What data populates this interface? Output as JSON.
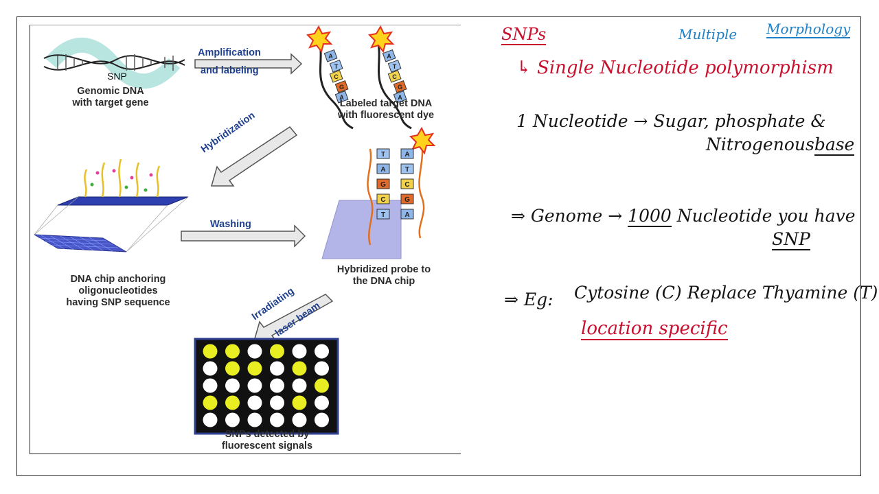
{
  "figure": {
    "captions": {
      "genomic_dna_line1": "Genomic DNA",
      "genomic_dna_line2": "with target gene",
      "labeled_target_line1": "Labeled target DNA",
      "labeled_target_line2": "with fluorescent dye",
      "dna_chip_line1": "DNA chip anchoring",
      "dna_chip_line2": "oligonucleotides",
      "dna_chip_line3": "having SNP sequence",
      "hybridized_line1": "Hybridized probe to",
      "hybridized_line2": "the DNA chip",
      "detected_line1": "SNPs detected by",
      "detected_line2": "fluorescent signals"
    },
    "arrow_labels": {
      "amplification": "Amplification",
      "labeling": "and labeling",
      "hybridization": "Hybridization",
      "washing": "Washing",
      "irradiating": "Irradiating",
      "laser_beam": "laser beam"
    },
    "snp_marker": "SNP",
    "base_pairs": [
      [
        "T",
        "A"
      ],
      [
        "A",
        "T"
      ],
      [
        "G",
        "C"
      ],
      [
        "C",
        "G"
      ],
      [
        "T",
        "A"
      ]
    ],
    "strand_bases": [
      "A",
      "T",
      "C",
      "G",
      "A"
    ],
    "grid": [
      [
        "yellow",
        "yellow",
        "white",
        "yellow",
        "white",
        "white"
      ],
      [
        "white",
        "yellow",
        "yellow",
        "white",
        "yellow",
        "white"
      ],
      [
        "white",
        "white",
        "white",
        "white",
        "white",
        "yellow"
      ],
      [
        "yellow",
        "yellow",
        "white",
        "white",
        "yellow",
        "white"
      ],
      [
        "white",
        "white",
        "white",
        "white",
        "white",
        "white"
      ]
    ],
    "colors": {
      "yellow": "#e8ee22",
      "white": "#ffffff",
      "grid_bg": "#111111",
      "grid_border": "#2f3f8f",
      "arrow_label": "#1f3f8f"
    }
  },
  "notes": {
    "heading": "SNPs",
    "definition": "↳ Single Nucleotide polymorphism",
    "annotation_multiple": "Multiple",
    "annotation_morphology": "Morphology",
    "line1_nucleotide": "1 Nucleotide",
    "line1_arrow": "→",
    "line1_components": "Sugar, phosphate &",
    "line1_components2_pre": "Nitrogenous",
    "line1_components2_base": "base",
    "line2_prefix": "⇒ Genome →",
    "line2_number": "1000",
    "line2_nucleotide": "Nucleotide",
    "line2_you_have": "you have",
    "line2_snp": "SNP",
    "line3_eg": "⇒ Eg:",
    "line3_text": "Cytosine (C) Replace Thyamine (T)",
    "line3_location": "location specific",
    "colors": {
      "black": "#141414",
      "red": "#c8102e",
      "blue": "#1d7fc4"
    }
  }
}
